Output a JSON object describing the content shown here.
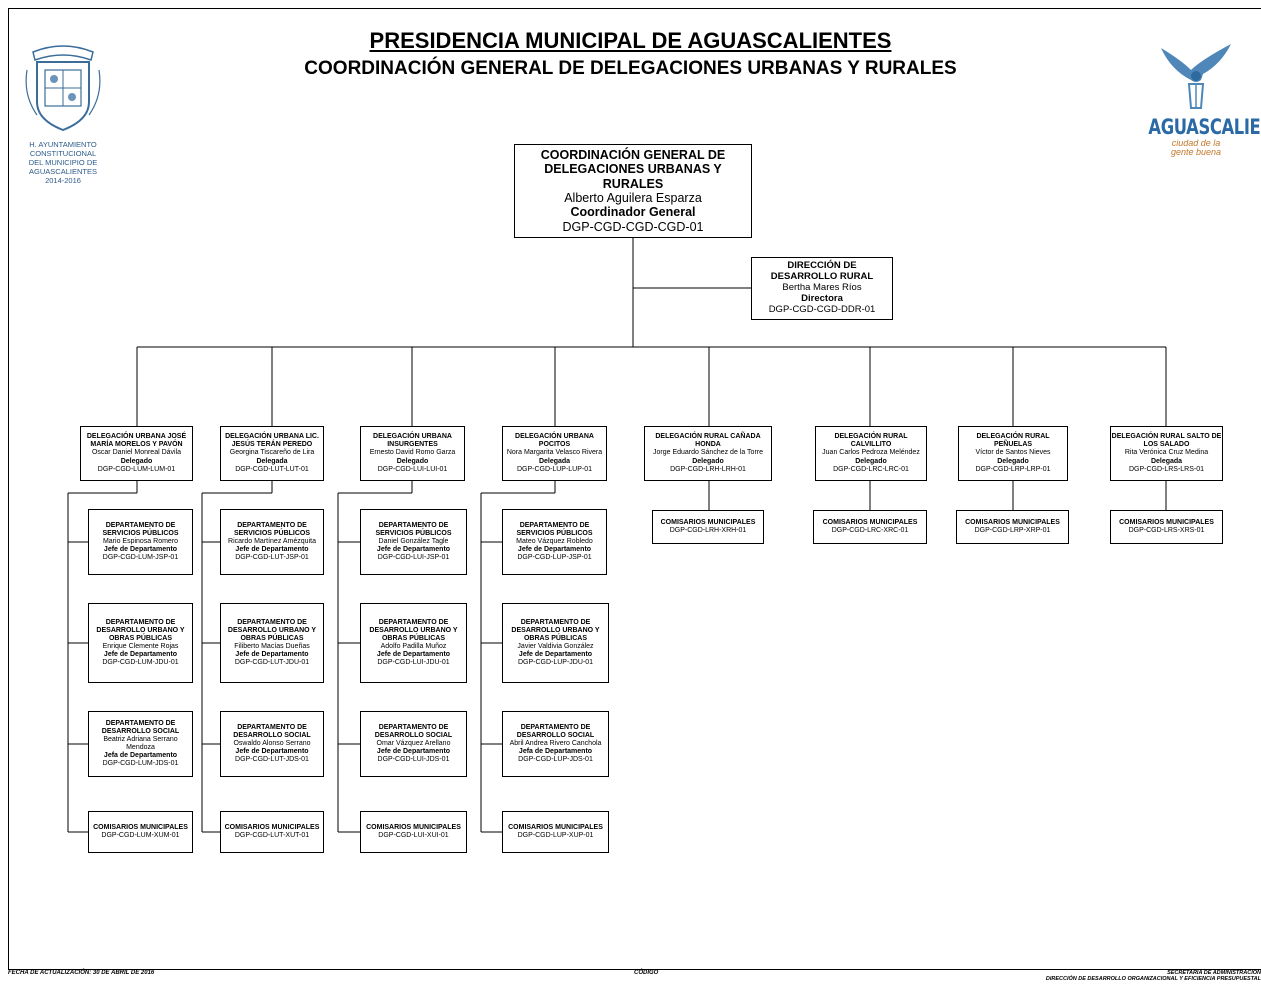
{
  "header": {
    "title": "PRESIDENCIA MUNICIPAL DE AGUASCALIENTES",
    "subtitle": "COORDINACIÓN GENERAL DE DELEGACIONES URBANAS Y RURALES"
  },
  "logo_left": {
    "caption_lines": [
      "H. AYUNTAMIENTO",
      "CONSTITUCIONAL",
      "DEL MUNICIPIO DE",
      "AGUASCALIENTES",
      "2014-2016"
    ]
  },
  "logo_right": {
    "brand": "AGUASCALIENTES",
    "tagline_1": "ciudad de la",
    "tagline_2": "gente buena"
  },
  "top": {
    "unit": "COORDINACIÓN GENERAL DE DELEGACIONES URBANAS Y RURALES",
    "name": "Alberto Aguilera Esparza",
    "role": "Coordinador General",
    "code": "DGP-CGD-CGD-CGD-01"
  },
  "rural_direction": {
    "unit": "DIRECCIÓN DE DESARROLLO RURAL",
    "name": "Bertha Mares Ríos",
    "role": "Directora",
    "code": "DGP-CGD-CGD-DDR-01"
  },
  "urban": [
    {
      "head": {
        "unit": "DELEGACIÓN URBANA JOSÉ MARÍA MORELOS Y PAVÓN",
        "name": "Oscar Daniel Monreal Dávila",
        "role": "Delegado",
        "code": "DGP-CGD-LUM-LUM-01"
      },
      "children": [
        {
          "unit": "DEPARTAMENTO DE SERVICIOS PÚBLICOS",
          "name": "Mario Espinosa Romero",
          "role": "Jefe de Departamento",
          "code": "DGP-CGD-LUM-JSP-01"
        },
        {
          "unit": "DEPARTAMENTO DE DESARROLLO URBANO Y OBRAS PÚBLICAS",
          "name": "Enrique Clemente Rojas",
          "role": "Jefe de Departamento",
          "code": "DGP-CGD-LUM-JDU-01"
        },
        {
          "unit": "DEPARTAMENTO DE DESARROLLO SOCIAL",
          "name": "Beatriz Adriana Serrano Mendoza",
          "role": "Jefa de Departamento",
          "code": "DGP-CGD-LUM-JDS-01"
        },
        {
          "unit": "COMISARIOS MUNICIPALES",
          "name": "",
          "role": "",
          "code": "DGP-CGD-LUM-XUM-01"
        }
      ]
    },
    {
      "head": {
        "unit": "DELEGACIÓN URBANA LIC. JESÚS TERÁN PEREDO",
        "name": "Georgina Tiscareño de Lira",
        "role": "Delegada",
        "code": "DGP-CGD-LUT-LUT-01"
      },
      "children": [
        {
          "unit": "DEPARTAMENTO DE SERVICIOS PÚBLICOS",
          "name": "Ricardo Martínez Amézquita",
          "role": "Jefe de Departamento",
          "code": "DGP-CGD-LUT-JSP-01"
        },
        {
          "unit": "DEPARTAMENTO DE DESARROLLO URBANO Y OBRAS PÚBLICAS",
          "name": "Filiberto Macías Dueñas",
          "role": "Jefe de Departamento",
          "code": "DGP-CGD-LUT-JDU-01"
        },
        {
          "unit": "DEPARTAMENTO DE DESARROLLO SOCIAL",
          "name": "Oswaldo Alonso Serrano",
          "role": "Jefe de Departamento",
          "code": "DGP-CGD-LUT-JDS-01"
        },
        {
          "unit": "COMISARIOS MUNICIPALES",
          "name": "",
          "role": "",
          "code": "DGP-CGD-LUT-XUT-01"
        }
      ]
    },
    {
      "head": {
        "unit": "DELEGACIÓN URBANA INSURGENTES",
        "name": "Ernesto David Romo Garza",
        "role": "Delegado",
        "code": "DGP-CGD-LUI-LUI-01"
      },
      "children": [
        {
          "unit": "DEPARTAMENTO DE SERVICIOS PÚBLICOS",
          "name": "Daniel González Tagle",
          "role": "Jefe de Departamento",
          "code": "DGP-CGD-LUI-JSP-01"
        },
        {
          "unit": "DEPARTAMENTO DE DESARROLLO URBANO Y OBRAS PÚBLICAS",
          "name": "Adolfo Padilla Muñoz",
          "role": "Jefe de Departamento",
          "code": "DGP-CGD-LUI-JDU-01"
        },
        {
          "unit": "DEPARTAMENTO DE DESARROLLO SOCIAL",
          "name": "Omar Vázquez Arellano",
          "role": "Jefe de Departamento",
          "code": "DGP-CGD-LUI-JDS-01"
        },
        {
          "unit": "COMISARIOS MUNICIPALES",
          "name": "",
          "role": "",
          "code": "DGP-CGD-LUI-XUI-01"
        }
      ]
    },
    {
      "head": {
        "unit": "DELEGACIÓN URBANA POCITOS",
        "name": "Nora Margarita Velasco Rivera",
        "role": "Delegada",
        "code": "DGP-CGD-LUP-LUP-01"
      },
      "children": [
        {
          "unit": "DEPARTAMENTO DE SERVICIOS PÚBLICOS",
          "name": "Mateo Vázquez Robledo",
          "role": "Jefe de Departamento",
          "code": "DGP-CGD-LUP-JSP-01"
        },
        {
          "unit": "DEPARTAMENTO DE DESARROLLO URBANO Y OBRAS PÚBLICAS",
          "name": "Javier Valdivia González",
          "role": "Jefe de Departamento",
          "code": "DGP-CGD-LUP-JDU-01"
        },
        {
          "unit": "DEPARTAMENTO DE DESARROLLO SOCIAL",
          "name": "Abril Andrea Rivero Canchola",
          "role": "Jefa de Departamento",
          "code": "DGP-CGD-LUP-JDS-01"
        },
        {
          "unit": "COMISARIOS MUNICIPALES",
          "name": "",
          "role": "",
          "code": "DGP-CGD-LUP-XUP-01"
        }
      ]
    }
  ],
  "rural": [
    {
      "head": {
        "unit": "DELEGACIÓN RURAL CAÑADA HONDA",
        "name": "Jorge Eduardo Sánchez de la Torre",
        "role": "Delegado",
        "code": "DGP-CGD-LRH-LRH-01"
      },
      "child": {
        "unit": "COMISARIOS MUNICIPALES",
        "code": "DGP-CGD-LRH-XRH-01"
      }
    },
    {
      "head": {
        "unit": "DELEGACIÓN RURAL CALVILLITO",
        "name": "Juan Carlos Pedroza Meléndez",
        "role": "Delegado",
        "code": "DGP-CGD-LRC-LRC-01"
      },
      "child": {
        "unit": "COMISARIOS MUNICIPALES",
        "code": "DGP-CGD-LRC-XRC-01"
      }
    },
    {
      "head": {
        "unit": "DELEGACIÓN RURAL PEÑUELAS",
        "name": "Víctor de Santos Nieves",
        "role": "Delegado",
        "code": "DGP-CGD-LRP-LRP-01"
      },
      "child": {
        "unit": "COMISARIOS MUNICIPALES",
        "code": "DGP-CGD-LRP-XRP-01"
      }
    },
    {
      "head": {
        "unit": "DELEGACIÓN RURAL SALTO DE LOS SALADO",
        "name": "Rita Verónica Cruz Medina",
        "role": "Delegada",
        "code": "DGP-CGD-LRS-LRS-01"
      },
      "child": {
        "unit": "COMISARIOS MUNICIPALES",
        "code": "DGP-CGD-LRS-XRS-01"
      }
    }
  ],
  "footer": {
    "left": "FECHA DE ACTUALIZACIÓN: 30 DE ABRIL DE 2016",
    "center": "CÓDIGO",
    "right_1": "SECRETARÍA DE ADMINISTRACIÓN",
    "right_2": "DIRECCIÓN DE DESARROLLO ORGANIZACIONAL Y EFICIENCIA PRESUPUESTAL"
  }
}
